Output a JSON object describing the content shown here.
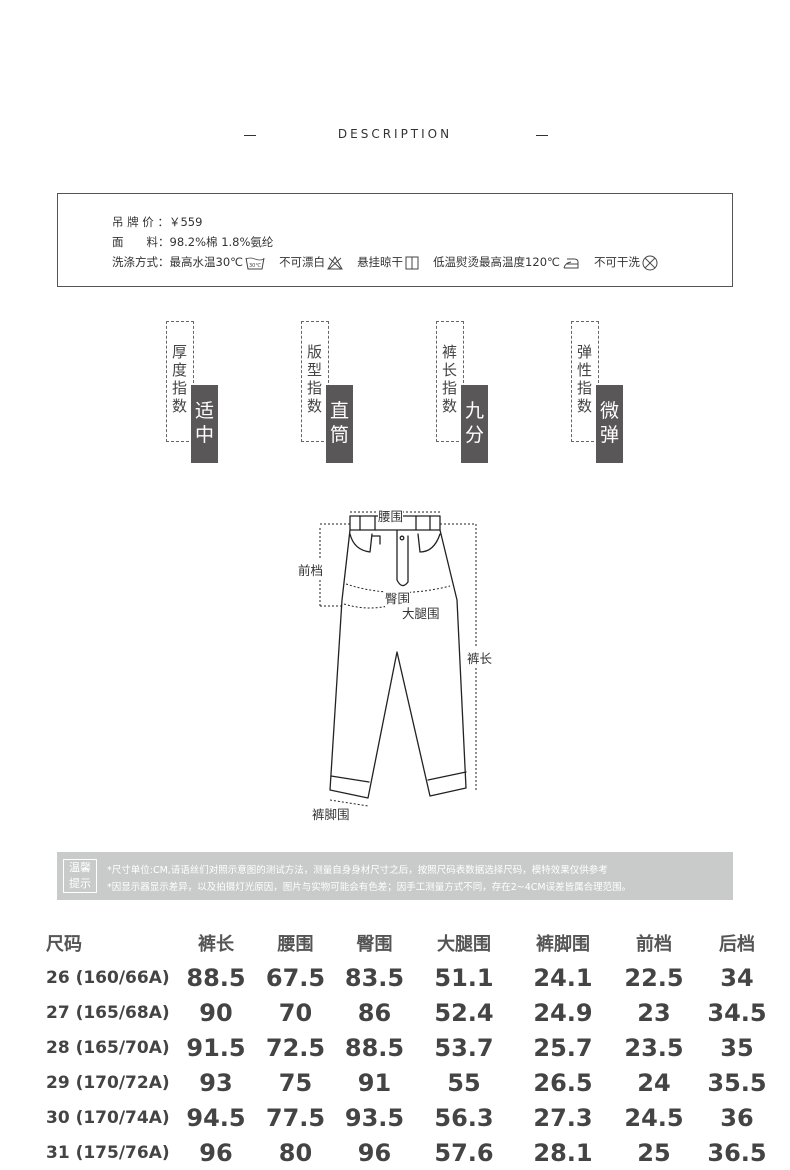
{
  "header": {
    "title": "DESCRIPTION"
  },
  "info": {
    "price_label": "吊 牌 价 ：",
    "price_value": "￥559",
    "material_label": "面　　料：",
    "material_value": "98.2%棉 1.8%氨纶",
    "wash_label": "洗涤方式：",
    "wash_items": [
      "最高水温30℃",
      "不可漂白",
      "悬挂晾干",
      "低温熨烫最高温度120℃",
      "不可干洗"
    ],
    "wash_icon_text": "30℃"
  },
  "specs": [
    {
      "label": "厚度指数",
      "value": "适中"
    },
    {
      "label": "版型指数",
      "value": "直筒"
    },
    {
      "label": "裤长指数",
      "value": "九分"
    },
    {
      "label": "弹性指数",
      "value": "微弹"
    }
  ],
  "diagram": {
    "waist": "腰围",
    "front_rise": "前档",
    "hip": "臀围",
    "thigh": "大腿围",
    "length": "裤长",
    "hem": "裤脚围"
  },
  "tips": {
    "badge_line1": "温馨",
    "badge_line2": "提示",
    "line1": "*尺寸单位:CM,请语丝们对照示意图的测试方法，测量自身身材尺寸之后，按照尺码表数据选择尺码，模特效果仅供参考",
    "line2": "*因显示器显示差异，以及拍摄灯光原因，图片与实物可能会有色差；因手工测量方式不同，存在2~4CM误差皆属合理范围。"
  },
  "size_table": {
    "headers": [
      "尺码",
      "裤长",
      "腰围",
      "臀围",
      "大腿围",
      "裤脚围",
      "前档",
      "后档"
    ],
    "rows": [
      [
        "26 (160/66A)",
        "88.5",
        "67.5",
        "83.5",
        "51.1",
        "24.1",
        "22.5",
        "34"
      ],
      [
        "27 (165/68A)",
        "90",
        "70",
        "86",
        "52.4",
        "24.9",
        "23",
        "34.5"
      ],
      [
        "28 (165/70A)",
        "91.5",
        "72.5",
        "88.5",
        "53.7",
        "25.7",
        "23.5",
        "35"
      ],
      [
        "29 (170/72A)",
        "93",
        "75",
        "91",
        "55",
        "26.5",
        "24",
        "35.5"
      ],
      [
        "30 (170/74A)",
        "94.5",
        "77.5",
        "93.5",
        "56.3",
        "27.3",
        "24.5",
        "36"
      ],
      [
        "31 (175/76A)",
        "96",
        "80",
        "96",
        "57.6",
        "28.1",
        "25",
        "36.5"
      ]
    ]
  }
}
